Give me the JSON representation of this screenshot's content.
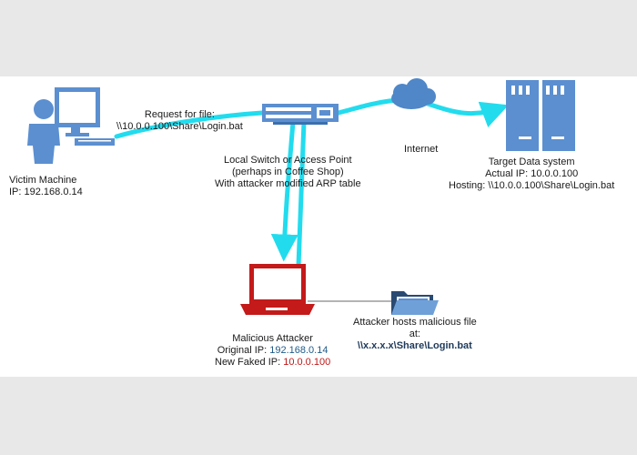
{
  "victim": {
    "title": "Victim Machine",
    "ip_label": "IP:",
    "ip": "192.168.0.14"
  },
  "request": {
    "line1": "Request for file:",
    "line2": "\\\\10.0.0.100\\Share\\Login.bat"
  },
  "switch": {
    "line1": "Local Switch or Access Point",
    "line2": "(perhaps in Coffee Shop)",
    "line3": "With attacker modified ARP table"
  },
  "internet": {
    "label": "Internet"
  },
  "target": {
    "title": "Target Data system",
    "actual_ip_label": "Actual IP:",
    "actual_ip": "10.0.0.100",
    "hosting_label": "Hosting:",
    "hosting": "\\\\10.0.0.100\\Share\\Login.bat"
  },
  "attacker": {
    "title": "Malicious Attacker",
    "original_ip_label": "Original IP:",
    "original_ip": "192.168.0.14",
    "faked_ip_label": "New Faked IP:",
    "faked_ip": "10.0.0.100"
  },
  "share": {
    "line1": "Attacker hosts malicious file",
    "line2": "at:",
    "path": "\\\\x.x.x.x\\Share\\Login.bat"
  },
  "colors": {
    "arrow": "#22dcee",
    "device_blue": "#5b8fd0",
    "laptop_red": "#c41a1a",
    "cloud_blue": "#4f87c8"
  },
  "icons": [
    "person-icon",
    "desktop-computer-icon",
    "network-switch-icon",
    "cloud-icon",
    "server-icon",
    "laptop-icon",
    "folder-icon"
  ]
}
